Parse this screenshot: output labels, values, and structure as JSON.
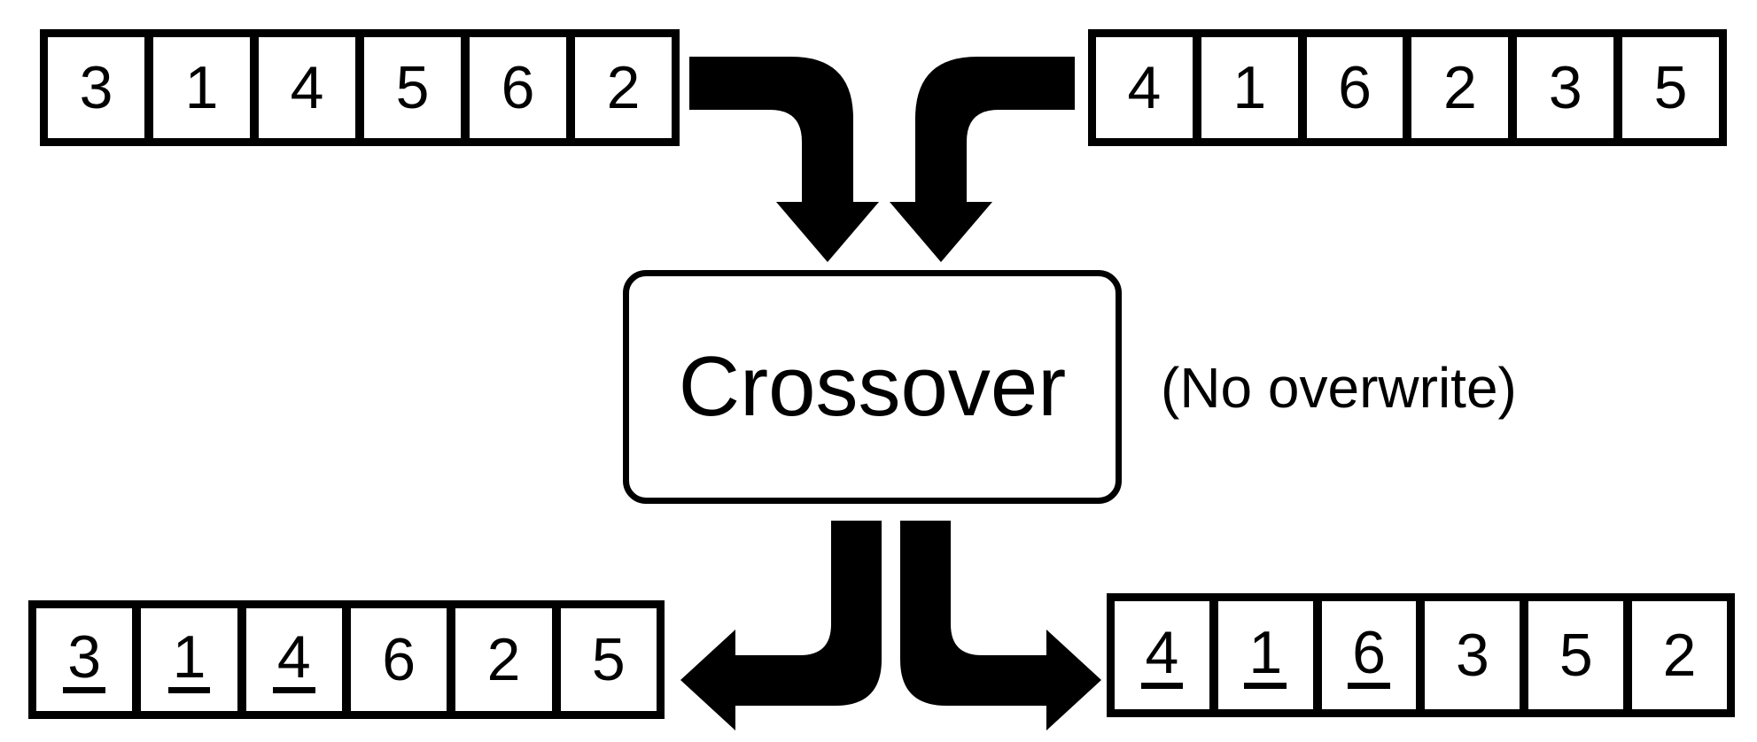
{
  "canvas": {
    "background": "#ffffff",
    "ink": "#000000"
  },
  "crossover": {
    "label": "Crossover"
  },
  "annotation": {
    "label": "(No overwrite)"
  },
  "arrays": {
    "top_left": {
      "cells": [
        {
          "value": "3",
          "underlined": false
        },
        {
          "value": "1",
          "underlined": false
        },
        {
          "value": "4",
          "underlined": false
        },
        {
          "value": "5",
          "underlined": false
        },
        {
          "value": "6",
          "underlined": false
        },
        {
          "value": "2",
          "underlined": false
        }
      ]
    },
    "top_right": {
      "cells": [
        {
          "value": "4",
          "underlined": false
        },
        {
          "value": "1",
          "underlined": false
        },
        {
          "value": "6",
          "underlined": false
        },
        {
          "value": "2",
          "underlined": false
        },
        {
          "value": "3",
          "underlined": false
        },
        {
          "value": "5",
          "underlined": false
        }
      ]
    },
    "bottom_left": {
      "cells": [
        {
          "value": "3",
          "underlined": true
        },
        {
          "value": "1",
          "underlined": true
        },
        {
          "value": "4",
          "underlined": true
        },
        {
          "value": "6",
          "underlined": false
        },
        {
          "value": "2",
          "underlined": false
        },
        {
          "value": "5",
          "underlined": false
        }
      ]
    },
    "bottom_right": {
      "cells": [
        {
          "value": "4",
          "underlined": true
        },
        {
          "value": "1",
          "underlined": true
        },
        {
          "value": "6",
          "underlined": true
        },
        {
          "value": "3",
          "underlined": false
        },
        {
          "value": "5",
          "underlined": false
        },
        {
          "value": "2",
          "underlined": false
        }
      ]
    }
  },
  "icons": {
    "top_left_arrow": "elbow-arrow-down",
    "top_right_arrow": "elbow-arrow-down",
    "bottom_left_arrow": "elbow-arrow-left",
    "bottom_right_arrow": "elbow-arrow-right"
  }
}
